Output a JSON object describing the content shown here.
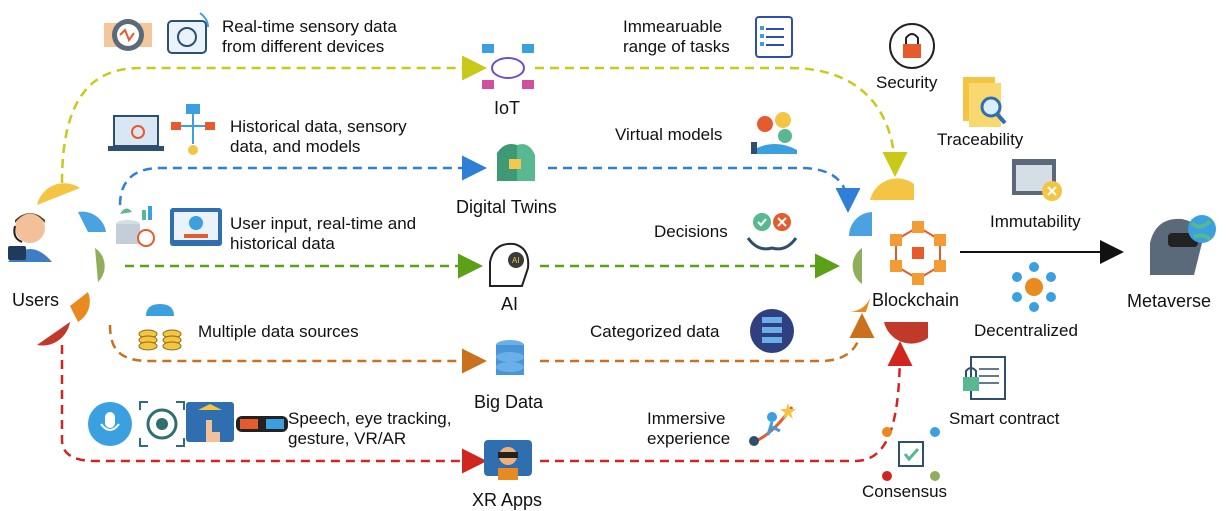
{
  "users": {
    "label": "Users"
  },
  "flows": [
    {
      "id": "iot",
      "color": "#c9c91a",
      "input_text": "Real-time sensory data\nfrom different devices",
      "tech": "IoT",
      "output_text": "Immearuable\nrange of tasks"
    },
    {
      "id": "dt",
      "color": "#2f7fd6",
      "input_text": "Historical data, sensory\ndata, and models",
      "tech": "Digital Twins",
      "output_text": "Virtual models"
    },
    {
      "id": "ai",
      "color": "#5aa118",
      "input_text": "User input, real-time and\nhistorical data",
      "tech": "AI",
      "output_text": "Decisions"
    },
    {
      "id": "bigdata",
      "color": "#c9711c",
      "input_text": "Multiple data sources",
      "tech": "Big Data",
      "output_text": "Categorized data"
    },
    {
      "id": "xr",
      "color": "#d0261e",
      "input_text": "Speech, eye tracking,\ngesture, VR/AR",
      "tech": "XR Apps",
      "output_text": "Immersive\nexperience"
    }
  ],
  "blockchain": {
    "label": "Blockchain"
  },
  "properties": [
    "Security",
    "Traceability",
    "Immutability",
    "Decentralized",
    "Smart contract",
    "Consensus"
  ],
  "metaverse": {
    "label": "Metaverse"
  },
  "petal_colors": [
    "#f4c542",
    "#4aa3e0",
    "#8fae5a",
    "#e88a1f",
    "#c0392b"
  ]
}
